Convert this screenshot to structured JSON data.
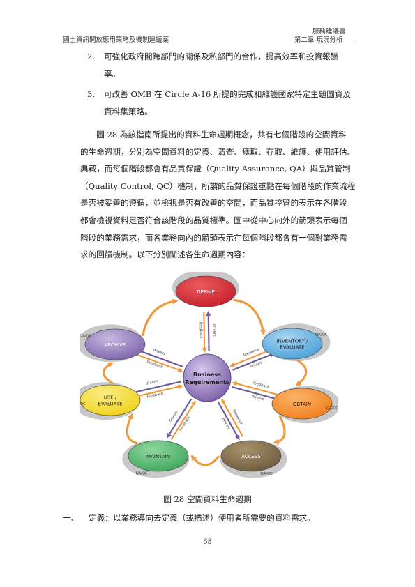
{
  "header": {
    "doc_type": "服務建議書",
    "project": "國土資訊開放應用策略及機制建議案",
    "chapter": "第二章 現況分析"
  },
  "list_items": [
    {
      "num": "2.",
      "lines": [
        "可強化政府間跨部門的關係及私部門的合作，提高效率和投資報酬",
        "率。"
      ]
    },
    {
      "num": "3.",
      "lines": [
        "可改善 OMB 在 Circle A-16 所提的完成和維護國家特定主題圖資及",
        "資料集策略。"
      ]
    }
  ],
  "paragraph": [
    "　　圖 28 為該指南所提出的資料生命週期概念，共有七個階段的空間資料",
    "的生命週期，分別為空間資料的定義、清查、獲取、存取、維護、使用評估、",
    "典藏，而每個階段都會有品質保證（Quality Assurance, QA）與品質管制",
    "（Quality Control, QC）機制，所謂的品質保證重點在每個階段的作業流程",
    "是否被妥善的遵循，並檢視是否有改善的空間，而品質控管的表示在各階段",
    "都會檢視資料是否符合該階段的品質標準。圖中從中心向外的箭頭表示每個",
    "階段的業務需求，而各業務向內的箭頭表示在每個階段都會有一個對業務需",
    "求的回饋機制。以下分別闡述各生命週期內容："
  ],
  "figure": {
    "center": [
      "Business",
      "Requirements"
    ],
    "stages": [
      {
        "key": "define",
        "lines": [
          "DEFINE"
        ],
        "fill": "#c8202a",
        "light": "#e85a5e",
        "text": "#ffffff"
      },
      {
        "key": "inventory",
        "lines": [
          "INVENTORY /",
          "EVALUATE"
        ],
        "fill": "#4aa0d8",
        "light": "#a9d4f0",
        "text": "#1a1a1a"
      },
      {
        "key": "obtain",
        "lines": [
          "OBTAIN"
        ],
        "fill": "#ef7f1a",
        "light": "#fbb36a",
        "text": "#1a1a1a"
      },
      {
        "key": "access",
        "lines": [
          "ACCESS"
        ],
        "fill": "#6e5a3e",
        "light": "#a8926c",
        "text": "#ffffff"
      },
      {
        "key": "maintain",
        "lines": [
          "MAINTAIN"
        ],
        "fill": "#3fa85a",
        "light": "#8fd6a0",
        "text": "#1a1a1a"
      },
      {
        "key": "use",
        "lines": [
          "USE /",
          "EVALUATE"
        ],
        "fill": "#f0d21a",
        "light": "#fbed86",
        "text": "#1a1a1a"
      },
      {
        "key": "archive",
        "lines": [
          "ARCHIVE"
        ],
        "fill": "#7e63ac",
        "light": "#c7b8e0",
        "text": "#ffffff"
      }
    ],
    "qaqc_label": "QA/QC",
    "feedback_label": "feedback",
    "drivers_label": "drivers",
    "colors": {
      "cycle": "#ef9a3c",
      "driver": "#6f5a9a",
      "center": "#8b6fb6"
    }
  },
  "caption": "圖 28 空間資料生命週期",
  "definition": {
    "lead": "一、",
    "text": "定義：以業務導向去定義（或描述）使用者所需要的資料需求。"
  },
  "page_number": "68"
}
